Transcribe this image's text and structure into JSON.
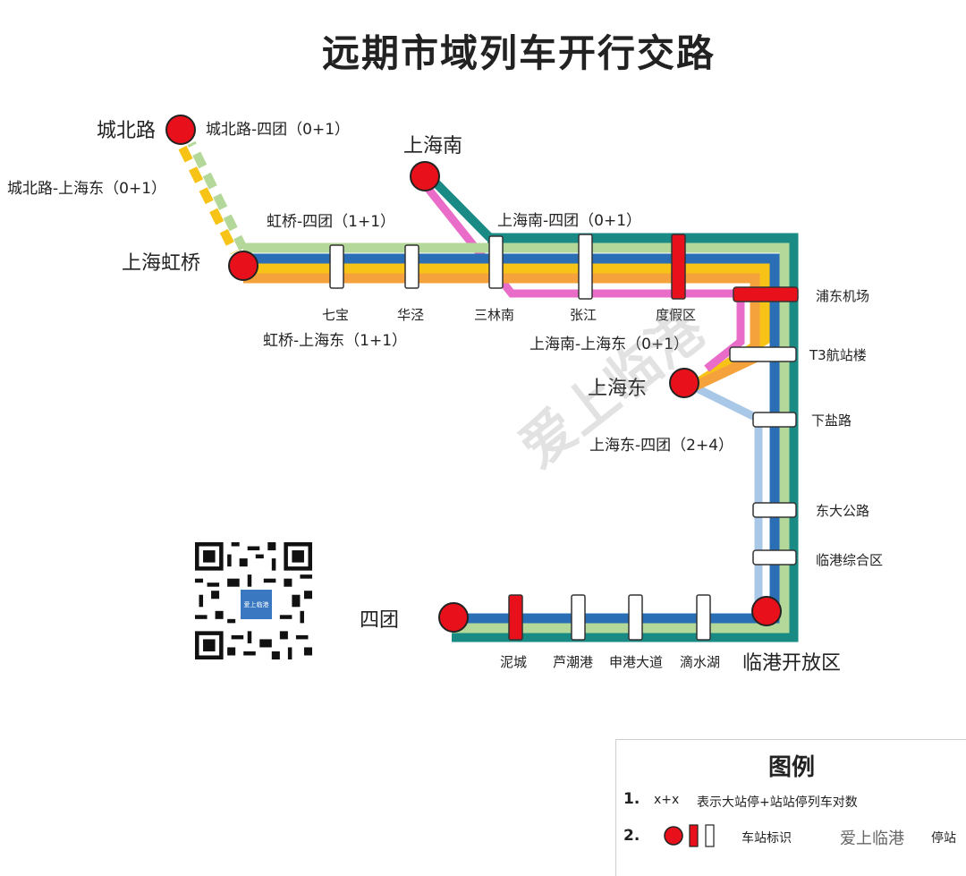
{
  "title": "远期市域列车开行交路",
  "terminals": {
    "chengbeilu": "城北路",
    "shanghai_hongqiao": "上海虹桥",
    "shanghai_nan": "上海南",
    "shanghai_dong": "上海东",
    "situan": "四团",
    "lingang_kaifangqu": "临港开放区"
  },
  "stations": {
    "qibao": "七宝",
    "huajing": "华泾",
    "sanlinnan": "三林南",
    "zhangjiang": "张江",
    "dujiaqu": "度假区",
    "pudong_airport": "浦东机场",
    "t3": "T3航站楼",
    "xiayanlu": "下盐路",
    "dongdagonglu": "东大公路",
    "lingang_zonghequ": "临港综合区",
    "dishuihu": "滴水湖",
    "shengang_dadao": "申港大道",
    "luchaogang": "芦潮港",
    "nicheng": "泥城"
  },
  "routes": {
    "chengbeilu_situan": "城北路-四团（0+1）",
    "chengbeilu_shanghaidong": "城北路-上海东（0+1）",
    "hongqiao_situan": "虹桥-四团（1+1）",
    "shanghainan_situan": "上海南-四团（0+1）",
    "hongqiao_shanghaidong": "虹桥-上海东（1+1）",
    "shanghainan_shanghaidong": "上海南-上海东（0+1）",
    "shanghaidong_situan": "上海东-四团（2+4）"
  },
  "legend": {
    "title": "图例",
    "item1_num": "1.",
    "item1_code": "x+x",
    "item1_text": "表示大站停+站站停列车对数",
    "item2_num": "2.",
    "item2_text": "车站标识",
    "item2_tail": "停站"
  },
  "watermark": "爱上临港",
  "wechat_watermark": "爱上临港",
  "qr_badge": "爱上临港",
  "colors": {
    "teal": "#1a8a85",
    "green": "#b3d89a",
    "blue": "#2a6fb5",
    "yellow": "#f6c316",
    "orange": "#f5a23c",
    "pink": "#e86cc8",
    "lightblue": "#a9c8e8",
    "red": "#e8111b"
  }
}
